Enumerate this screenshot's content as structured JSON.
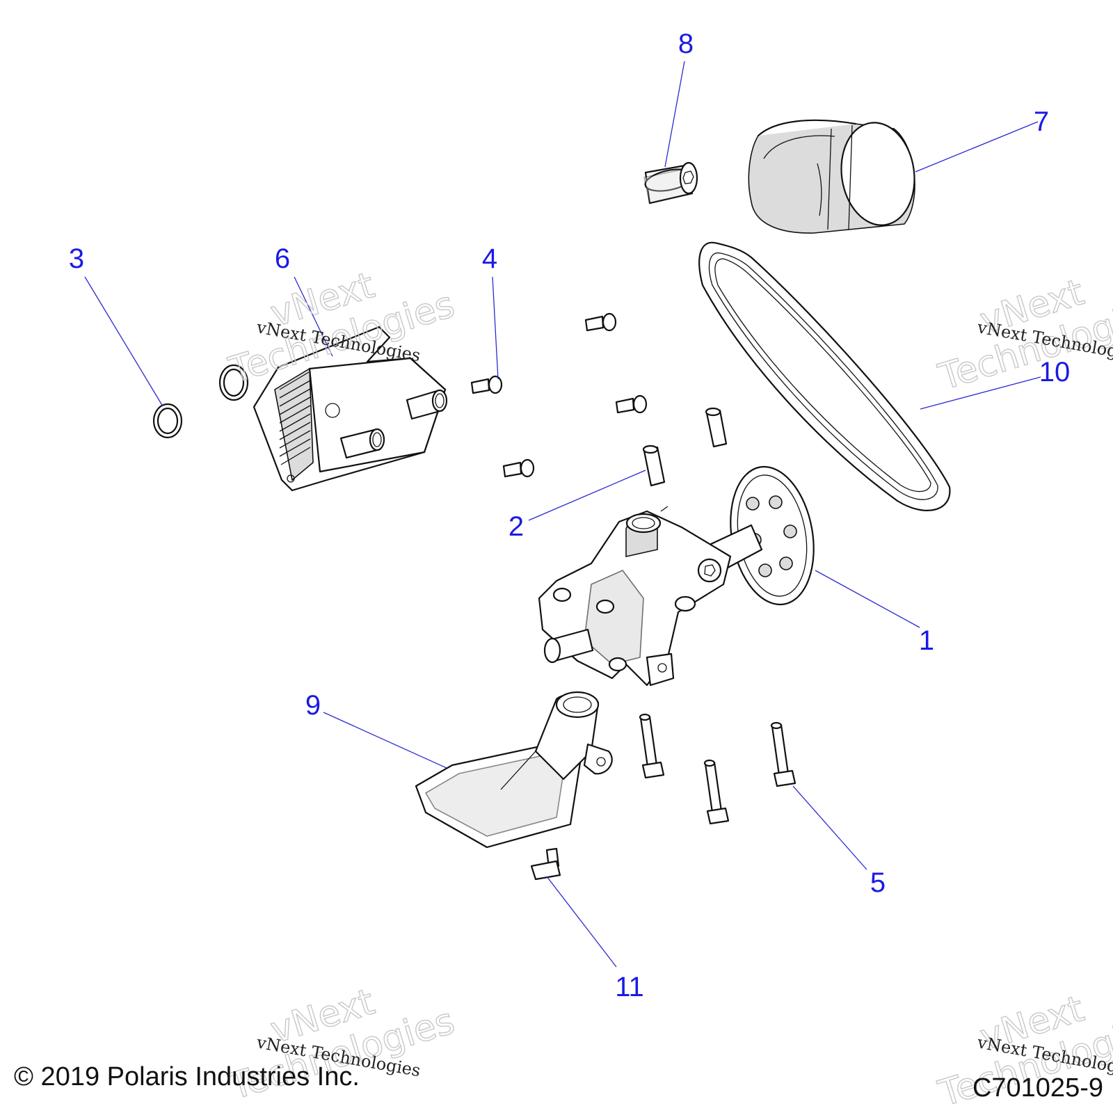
{
  "diagram": {
    "callouts": [
      {
        "id": "1",
        "label": "1"
      },
      {
        "id": "2",
        "label": "2"
      },
      {
        "id": "3",
        "label": "3"
      },
      {
        "id": "4",
        "label": "4"
      },
      {
        "id": "5",
        "label": "5"
      },
      {
        "id": "6",
        "label": "6"
      },
      {
        "id": "7",
        "label": "7"
      },
      {
        "id": "8",
        "label": "8"
      },
      {
        "id": "9",
        "label": "9"
      },
      {
        "id": "10",
        "label": "10"
      },
      {
        "id": "11",
        "label": "11"
      }
    ],
    "callout_color": "#1a1ae6"
  },
  "watermark": {
    "brand": "vNext",
    "word": "Technologies",
    "full": "vNext Technologies"
  },
  "footer": {
    "copyright": "© 2019 Polaris Industries Inc.",
    "code": "C701025-9"
  }
}
